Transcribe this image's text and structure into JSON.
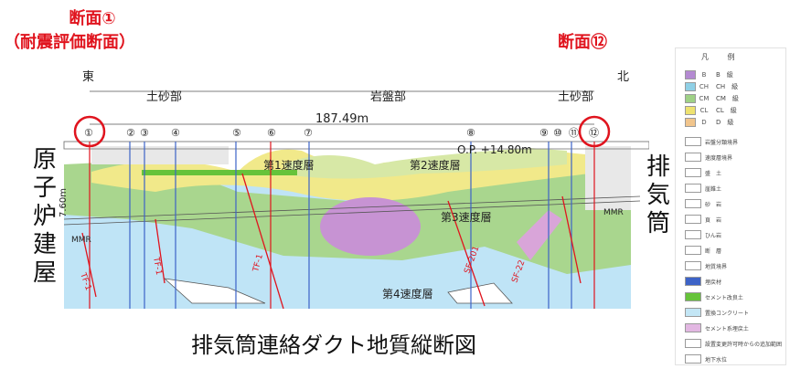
{
  "callouts": {
    "left_line1": "断面①",
    "left_line2": "（耐震評価断面）",
    "right": "断面⑫"
  },
  "side_labels": {
    "left": [
      "原",
      "子",
      "炉",
      "建",
      "屋"
    ],
    "right": [
      "排",
      "気",
      "筒"
    ]
  },
  "caption": "排気筒連絡ダクト地質縦断図",
  "section": {
    "dir_left": "東",
    "dir_right": "北",
    "zones": [
      "土砂部",
      "岩盤部",
      "土砂部"
    ],
    "length": "187.49m",
    "op_level": "O.P. +14.80m",
    "markers": [
      "①",
      "②",
      "③",
      "④",
      "⑤",
      "⑥",
      "⑦",
      "⑧",
      "⑨",
      "⑩",
      "⑪",
      "⑫"
    ],
    "layers": [
      "第1速度層",
      "第2速度層",
      "第3速度層",
      "第4速度層"
    ],
    "side_left": "7.60m",
    "mmr_left": "MMR",
    "mmr_right": "MMR",
    "faults": [
      "TF-1",
      "TF-1",
      "TF-1",
      "SF-201",
      "SF-22"
    ]
  },
  "legend": {
    "title": [
      "凡",
      "例"
    ],
    "grades": [
      {
        "code": "B",
        "label": "B　級",
        "color": "#b48ad2"
      },
      {
        "code": "CH",
        "label": "CH　級",
        "color": "#8fd0e6"
      },
      {
        "code": "CM",
        "label": "CM　級",
        "color": "#9fd186"
      },
      {
        "code": "CL",
        "label": "CL　級",
        "color": "#eee270"
      },
      {
        "code": "D",
        "label": "D　級",
        "color": "#f1c58c"
      }
    ],
    "items": [
      {
        "label": "岩盤分類境界",
        "color": "#ffffff"
      },
      {
        "label": "速度層境界",
        "color": "#ffffff"
      },
      {
        "label": "盛　土",
        "color": "#ffffff"
      },
      {
        "label": "崖錐土",
        "color": "#ffffff"
      },
      {
        "label": "砂　岩",
        "color": "#ffffff"
      },
      {
        "label": "頁　岩",
        "color": "#ffffff"
      },
      {
        "label": "ひん岩",
        "color": "#ffffff"
      },
      {
        "label": "断　層",
        "color": "#ffffff"
      },
      {
        "label": "地質境界",
        "color": "#ffffff"
      },
      {
        "label": "埋戻材",
        "color": "#3d63c7"
      },
      {
        "label": "セメント改良土",
        "color": "#66c33a"
      },
      {
        "label": "置換コンクリート",
        "color": "#c3e6f5"
      },
      {
        "label": "セメント系埋戻土",
        "color": "#e2b7e2"
      },
      {
        "label": "設置変更許可時からの追加範囲",
        "color": "#ffffff"
      },
      {
        "label": "地下水位",
        "color": "#ffffff"
      }
    ]
  },
  "colors": {
    "accent_red": "#e0141e",
    "band_blue": "#bfe4f6",
    "band_green": "#a9d68e",
    "band_yellow": "#f1e98a",
    "purple": "#c793d3"
  }
}
